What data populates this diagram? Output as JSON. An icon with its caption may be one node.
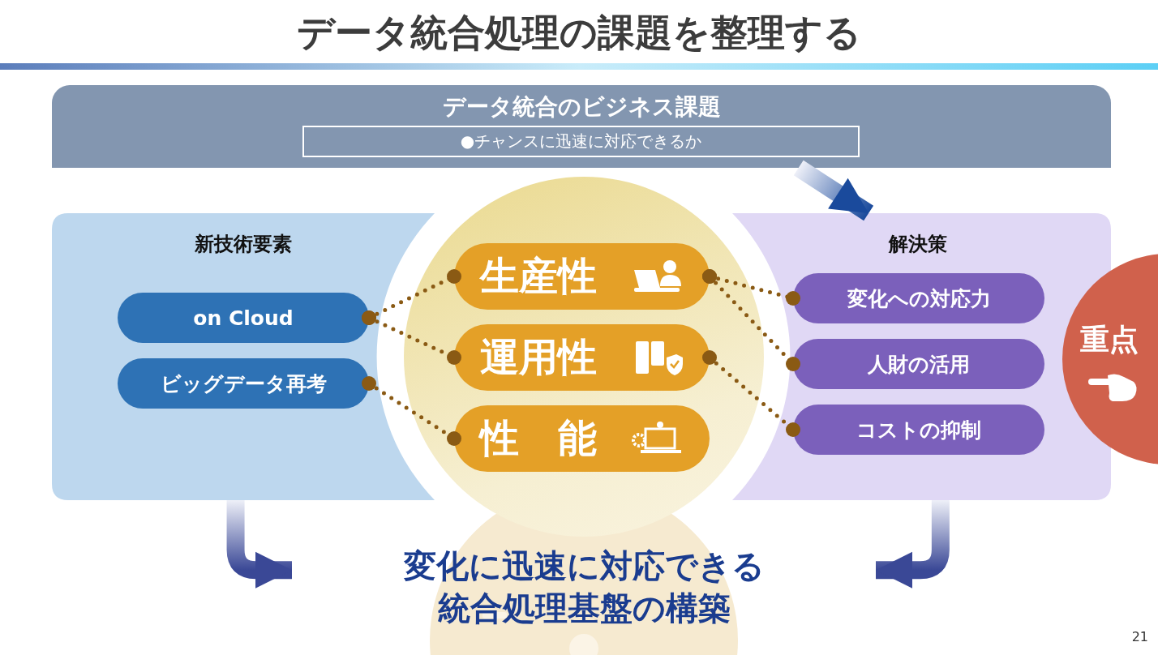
{
  "diagram": {
    "title": "データ統合処理の課題を整理する",
    "nodes": [
      {
        "text": [
          "データ統合のビジネス課題"
        ]
      },
      {
        "text": [
          "●チャンスに迅速に対応できるか"
        ],
        "in": 0
      },
      {
        "text": [
          "新技術要素"
        ]
      },
      {
        "text": [
          "on Cloud"
        ],
        "in": 2
      },
      {
        "text": [
          "ビッグデータ再考"
        ],
        "in": 2
      },
      {
        "text": [],
        "shape": "circle"
      },
      {
        "text": [
          "生産性"
        ],
        "in": 5
      },
      {
        "text": [
          "運用性"
        ],
        "in": 5
      },
      {
        "text": [
          "性　能"
        ],
        "in": 5
      },
      {
        "text": [
          "解決策"
        ]
      },
      {
        "text": [
          "変化への対応力"
        ],
        "in": 9
      },
      {
        "text": [
          "人財の活用"
        ],
        "in": 9
      },
      {
        "text": [
          "コストの抑制"
        ],
        "in": 9
      },
      {
        "text": [
          "重点"
        ]
      },
      {
        "text": [
          "変化に迅速に対応できる統合処理基盤の構築"
        ]
      }
    ],
    "edges": [
      {
        "from": 0,
        "to": 9,
        "arrow": "to",
        "style": "thick",
        "color": "#1a4a9c"
      },
      {
        "from": 3,
        "to": 6,
        "arrow": "other",
        "style": "dashed"
      },
      {
        "from": 3,
        "to": 7,
        "arrow": "other",
        "style": "dashed"
      },
      {
        "from": 4,
        "to": 8,
        "arrow": "other",
        "style": "dashed"
      },
      {
        "from": 6,
        "to": 10,
        "arrow": "other",
        "style": "dashed"
      },
      {
        "from": 6,
        "to": 11,
        "arrow": "other",
        "style": "dashed"
      },
      {
        "from": 7,
        "to": 12,
        "arrow": "other",
        "style": "dashed"
      },
      {
        "from": 2,
        "to": 14,
        "arrow": "to",
        "style": "thick",
        "color": "#3a4896"
      },
      {
        "from": 9,
        "to": 14,
        "arrow": "to",
        "style": "thick",
        "color": "#3a4896"
      }
    ],
    "labels": [
      "21"
    ]
  }
}
